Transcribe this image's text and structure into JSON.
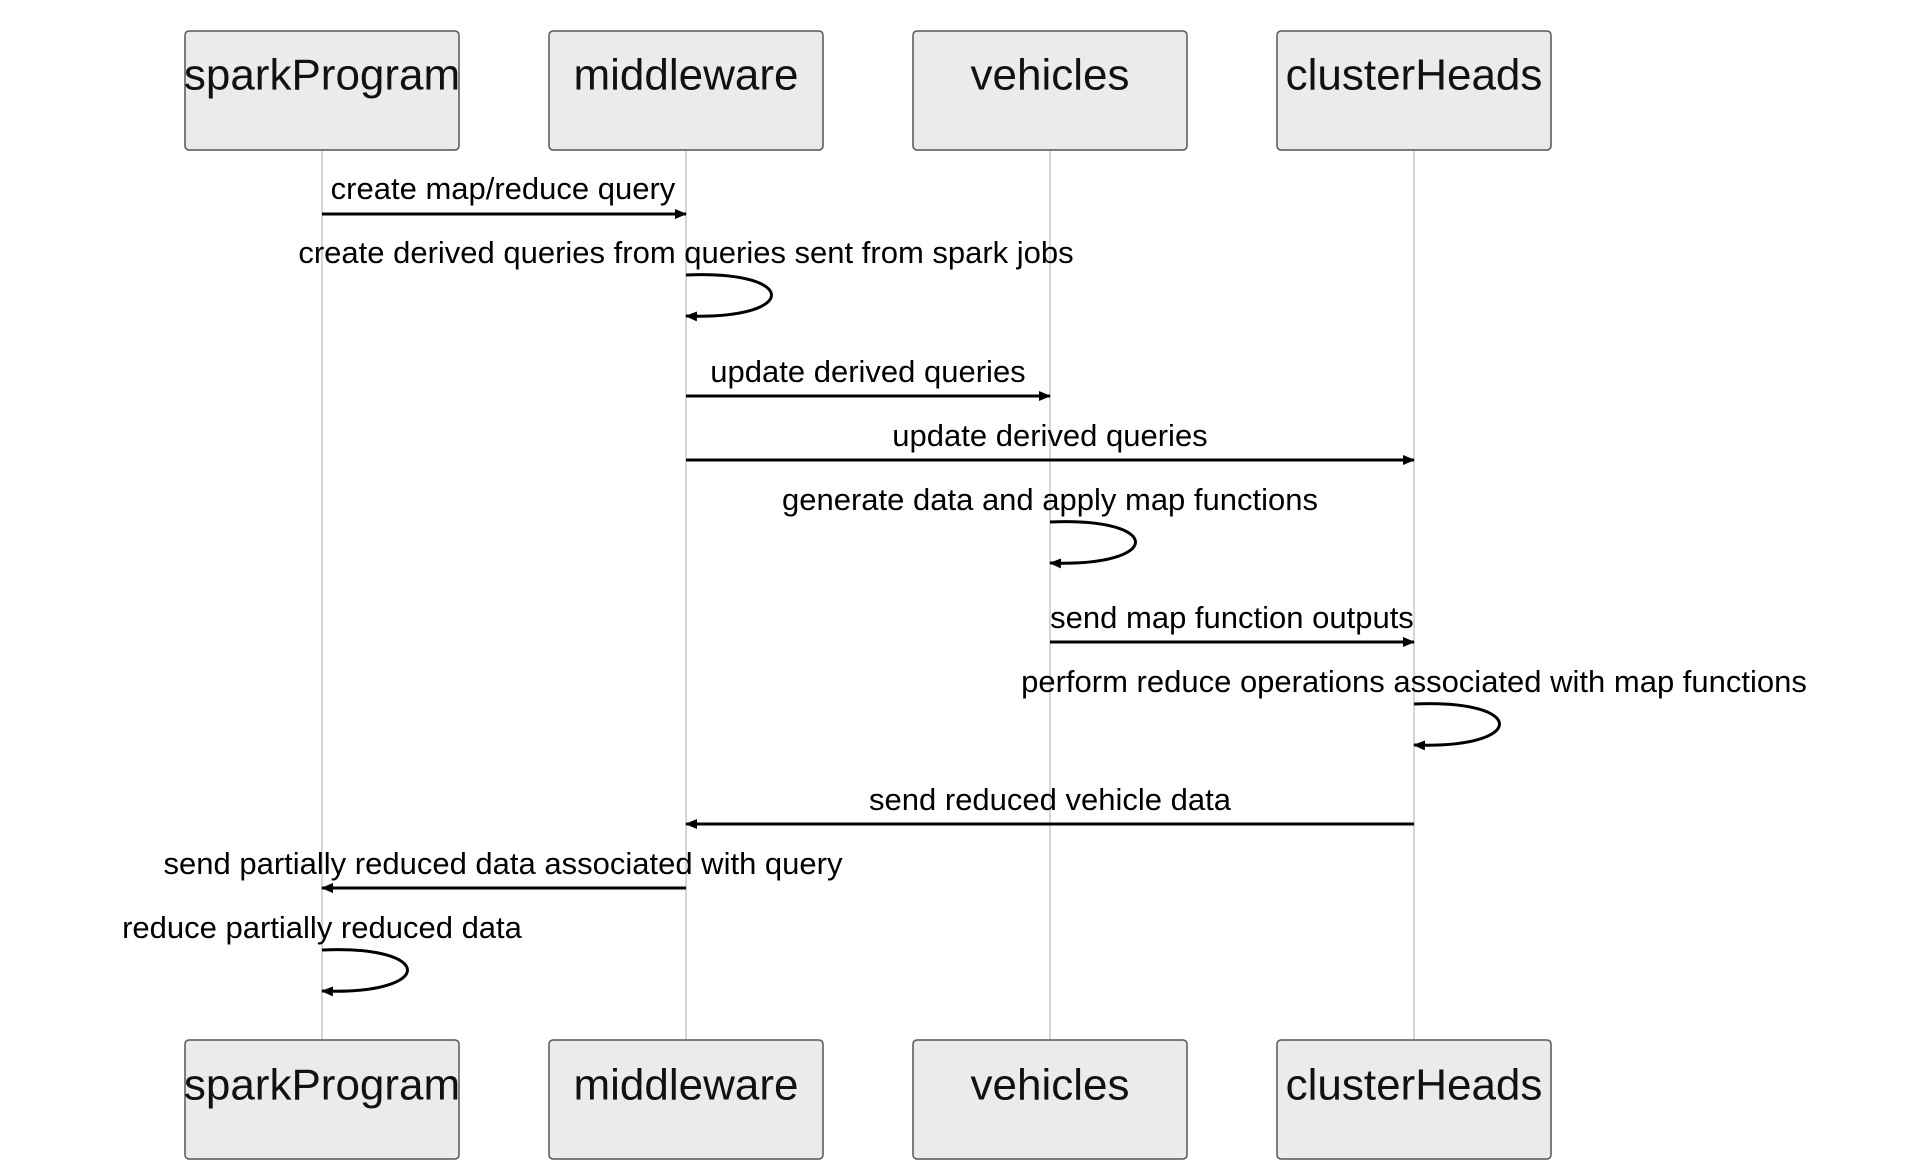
{
  "participants": [
    {
      "id": "sparkProgram",
      "label": "sparkProgram"
    },
    {
      "id": "middleware",
      "label": "middleware"
    },
    {
      "id": "vehicles",
      "label": "vehicles"
    },
    {
      "id": "clusterHeads",
      "label": "clusterHeads"
    }
  ],
  "messages": [
    {
      "from": "sparkProgram",
      "to": "middleware",
      "label": "create map/reduce query"
    },
    {
      "from": "middleware",
      "to": "middleware",
      "label": "create derived queries from queries sent from spark jobs"
    },
    {
      "from": "middleware",
      "to": "vehicles",
      "label": "update derived queries"
    },
    {
      "from": "middleware",
      "to": "clusterHeads",
      "label": "update derived queries"
    },
    {
      "from": "vehicles",
      "to": "vehicles",
      "label": "generate data and apply map functions"
    },
    {
      "from": "vehicles",
      "to": "clusterHeads",
      "label": "send map function outputs"
    },
    {
      "from": "clusterHeads",
      "to": "clusterHeads",
      "label": "perform reduce operations associated with map functions"
    },
    {
      "from": "clusterHeads",
      "to": "middleware",
      "label": "send reduced vehicle data"
    },
    {
      "from": "middleware",
      "to": "sparkProgram",
      "label": "send partially reduced data associated with query"
    },
    {
      "from": "sparkProgram",
      "to": "sparkProgram",
      "label": "reduce partially reduced data"
    }
  ]
}
